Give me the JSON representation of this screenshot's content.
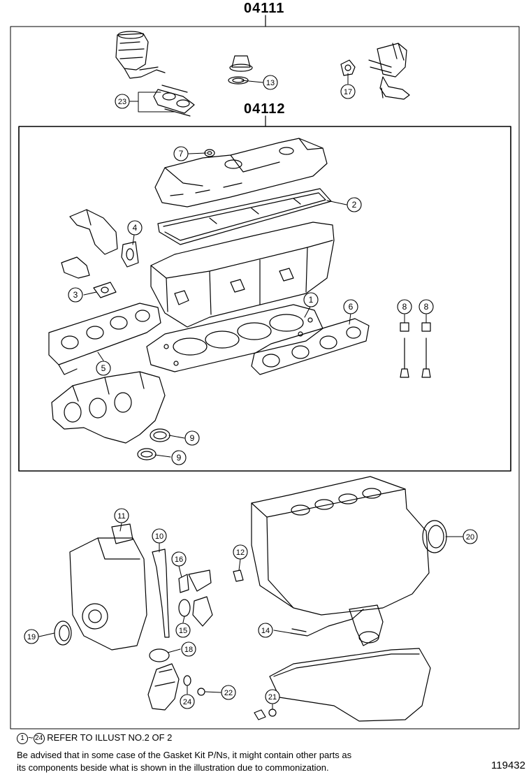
{
  "groups": {
    "outer_code": "04111",
    "inner_code": "04112"
  },
  "callouts": [
    {
      "id": "c23",
      "label": "23"
    },
    {
      "id": "c13",
      "label": "13"
    },
    {
      "id": "c17",
      "label": "17"
    },
    {
      "id": "c7",
      "label": "7"
    },
    {
      "id": "c2",
      "label": "2"
    },
    {
      "id": "c4",
      "label": "4"
    },
    {
      "id": "c3",
      "label": "3"
    },
    {
      "id": "c1",
      "label": "1"
    },
    {
      "id": "c6",
      "label": "6"
    },
    {
      "id": "c8a",
      "label": "8"
    },
    {
      "id": "c8b",
      "label": "8"
    },
    {
      "id": "c5",
      "label": "5"
    },
    {
      "id": "c9a",
      "label": "9"
    },
    {
      "id": "c9b",
      "label": "9"
    },
    {
      "id": "c11",
      "label": "11"
    },
    {
      "id": "c10",
      "label": "10"
    },
    {
      "id": "c16",
      "label": "16"
    },
    {
      "id": "c12",
      "label": "12"
    },
    {
      "id": "c20",
      "label": "20"
    },
    {
      "id": "c15",
      "label": "15"
    },
    {
      "id": "c19",
      "label": "19"
    },
    {
      "id": "c14",
      "label": "14"
    },
    {
      "id": "c18",
      "label": "18"
    },
    {
      "id": "c24",
      "label": "24"
    },
    {
      "id": "c22",
      "label": "22"
    },
    {
      "id": "c21",
      "label": "21"
    }
  ],
  "notes": {
    "ref_start": "1",
    "ref_sep": "~",
    "ref_end": "24",
    "ref_text": "REFER TO ILLUST NO.2 OF 2",
    "advice_line1": "Be advised that in some case of the Gasket Kit P/Ns,  it might contain other parts as",
    "advice_line2": "its components beside what is shown in the illustration due to commonization."
  },
  "figure_number": "119432"
}
